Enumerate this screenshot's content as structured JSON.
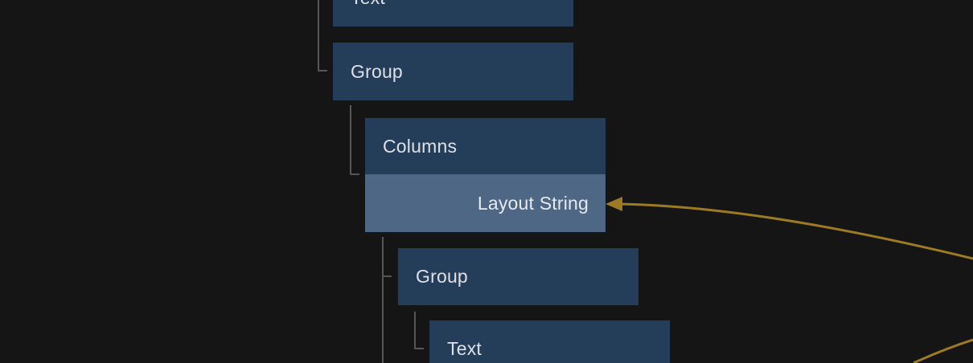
{
  "canvas": {
    "background": "#151515",
    "nodes": [
      {
        "id": "text-top",
        "label": "Text",
        "note": "clipped at top edge"
      },
      {
        "id": "group-upper",
        "label": "Group"
      },
      {
        "id": "columns",
        "label": "Columns",
        "ports": [
          {
            "label": "Layout String",
            "side": "right",
            "connected": true
          }
        ]
      },
      {
        "id": "group-lower",
        "label": "Group"
      },
      {
        "id": "text-bottom",
        "label": "Text",
        "note": "clipped at bottom edge"
      }
    ],
    "edges": [
      {
        "to": "columns / Layout String",
        "from": "offscreen-right",
        "style": "curved-arrow",
        "color": "#9c7b24"
      },
      {
        "to": "offscreen-right",
        "from": "offscreen-bottom",
        "style": "curved",
        "color": "#9c7b24"
      }
    ],
    "colors": {
      "node_fill": "#243d59",
      "port_row_fill": "#4d6784",
      "label_text": "#dde1e7",
      "tree_connector": "#565656",
      "wire": "#9c7b24",
      "background": "#151515"
    }
  }
}
